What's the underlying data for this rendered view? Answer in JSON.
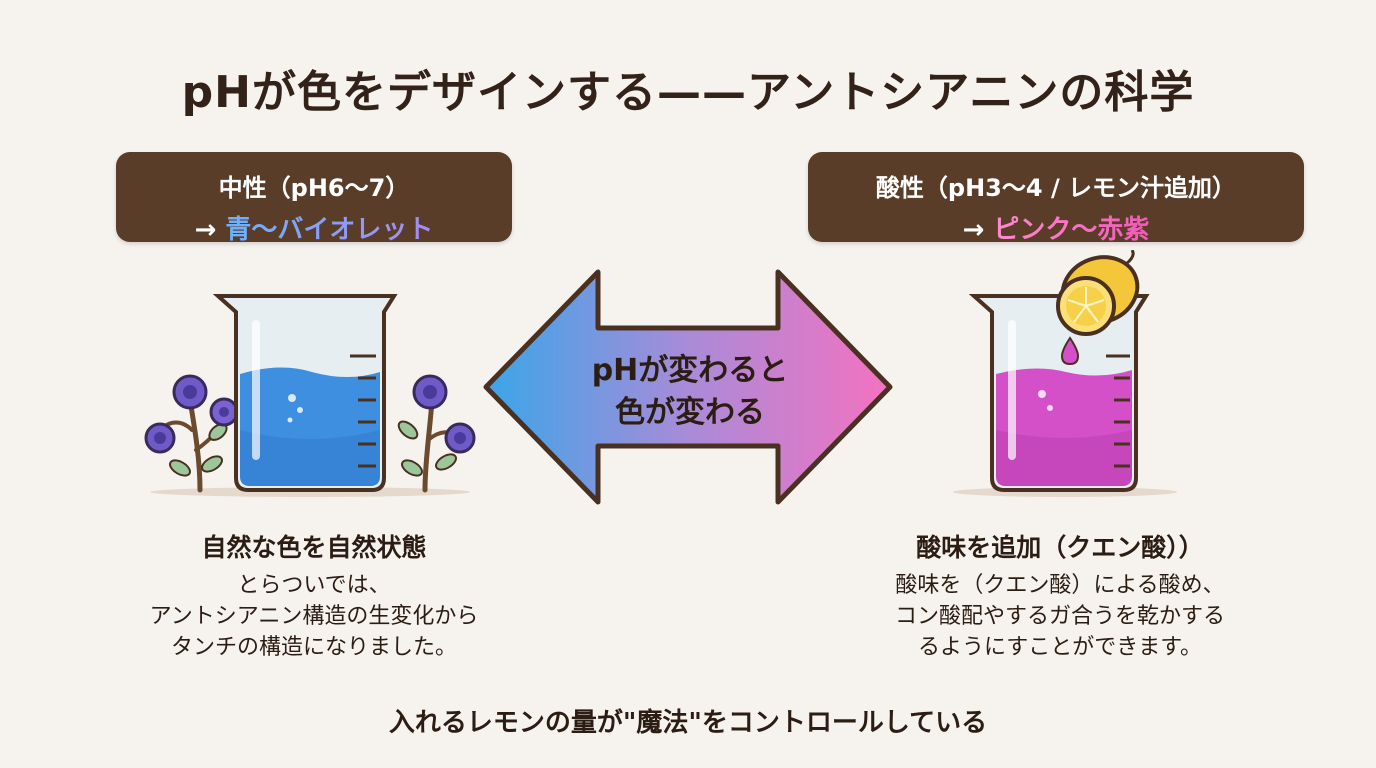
{
  "title": "pHが色をデザインする——アントシアニンの科学",
  "neutral": {
    "label_line1": "中性（pH6〜7）",
    "arrow_prefix": "→ ",
    "label_color": "青〜バイオレット",
    "desc_head": "自然な色を自然状態",
    "desc_lines": [
      "とらついでは、",
      "アントシアニン構造の生変化から",
      "タンチの構造になりました。"
    ],
    "liquid_color": "#3f8fe0"
  },
  "acidic": {
    "label_line1": "酸性（pH3〜4 / レモン汁追加）",
    "arrow_prefix": "→ ",
    "label_color": "ピンク〜赤紫",
    "desc_head": "酸味を追加（クエン酸））",
    "desc_lines": [
      "酸味を（クエン酸）による酸め、",
      "コン酸配やするガ合うを乾かする",
      "るようにすことができます。"
    ],
    "liquid_color": "#d450c8"
  },
  "arrow": {
    "line1": "pHが変わると",
    "line2": "色が変わる",
    "color_start": "#3aa6e8",
    "color_end": "#f472c0"
  },
  "footer": "入れるレモンの量が\"魔法\"をコントロールしている"
}
